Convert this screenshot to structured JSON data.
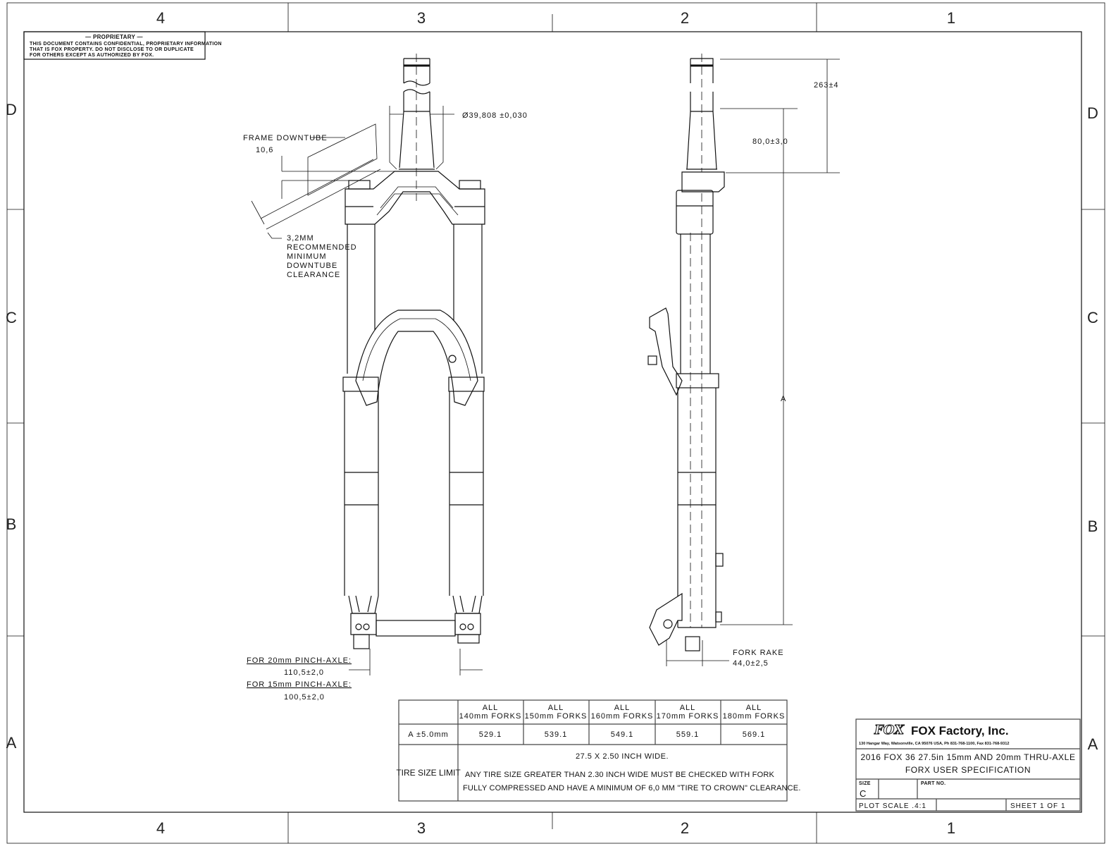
{
  "zones": {
    "columns": [
      "4",
      "3",
      "2",
      "1"
    ],
    "rows": [
      "D",
      "C",
      "B",
      "A"
    ]
  },
  "proprietary": {
    "heading": "— PROPRIETARY —",
    "lines": [
      "THIS DOCUMENT CONTAINS CONFIDENTIAL, PROPRIETARY INFORMATION",
      "THAT IS FOX PROPERTY.  DO NOT DISCLOSE TO OR DUPLICATE",
      "FOR OTHERS EXCEPT AS AUTHORIZED BY FOX."
    ]
  },
  "front_view": {
    "steerer_diameter": "Ø39,808 ±0,030",
    "frame_downtube": "FRAME DOWNTUBE",
    "downtube_offset": "10,6",
    "clearance_lines": [
      "3,2MM",
      "RECOMMENDED",
      "MINIMUM",
      "DOWNTUBE",
      "CLEARANCE"
    ],
    "pinch_20_label": "FOR 20mm PINCH-AXLE:",
    "pinch_20_value": "110,5±2,0",
    "pinch_15_label": "FOR 15mm PINCH-AXLE:",
    "pinch_15_value": "100,5±2,0"
  },
  "side_view": {
    "steerer_length": "263±4",
    "taper_length": "80,0±3,0",
    "axle_to_crown": "A",
    "fork_rake_label": "FORK RAKE",
    "fork_rake_value": "44,0±2,5"
  },
  "spec_table": {
    "headers": [
      {
        "line1": "ALL",
        "line2": "140mm FORKS"
      },
      {
        "line1": "ALL",
        "line2": "150mm FORKS"
      },
      {
        "line1": "ALL",
        "line2": "160mm FORKS"
      },
      {
        "line1": "ALL",
        "line2": "170mm FORKS"
      },
      {
        "line1": "ALL",
        "line2": "180mm FORKS"
      }
    ],
    "row_label": "A ±5.0mm",
    "values": [
      "529.1",
      "539.1",
      "549.1",
      "559.1",
      "569.1"
    ],
    "tire_label": "TIRE SIZE LIMIT",
    "tire_size": "27.5 X 2.50 INCH WIDE.",
    "tire_note_1": "ANY TIRE SIZE GREATER THAN 2.30 INCH WIDE MUST BE CHECKED WITH FORK",
    "tire_note_2": "FULLY COMPRESSED AND HAVE A MINIMUM OF 6,0 MM \"TIRE TO CROWN\" CLEARANCE."
  },
  "title_block": {
    "logo": "FOX",
    "company": "FOX Factory, Inc.",
    "address": "130 Hangar Way, Watsonville, CA 95076 USA, Ph 831-768-1100, Fax 831-768-9312",
    "title_1": "2016 FOX 36 27.5in 15mm AND 20mm THRU-AXLE",
    "title_2": "FORX USER SPECIFICATION",
    "size_label": "SIZE",
    "size": "C",
    "part_no_label": "PART NO.",
    "plot_scale": "PLOT SCALE  .4:1",
    "sheet": "SHEET 1 OF 1"
  }
}
